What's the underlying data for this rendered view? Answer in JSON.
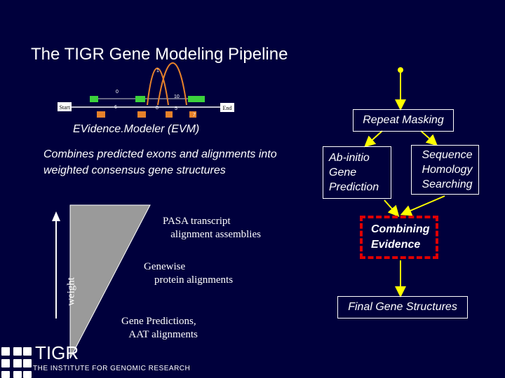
{
  "title": "The TIGR Gene Modeling Pipeline",
  "evm": {
    "label": "EVidence.Modeler (EVM)",
    "description": "Combines predicted exons and alignments into weighted consensus gene structures",
    "graph": {
      "start": "Start",
      "end": "End",
      "numbers": [
        "0",
        "10",
        "6",
        "8",
        "5",
        "7",
        "1"
      ]
    }
  },
  "evidence": {
    "weight_axis": "weight",
    "pasa": "PASA transcript\n   alignment assemblies",
    "genewise": "Genewise\n    protein alignments",
    "gene_predictions": "Gene Predictions,\n   AAT alignments"
  },
  "flow": {
    "repeat_masking": "Repeat Masking",
    "ab_initio": "Ab-initio\nGene\nPrediction",
    "homology": "Sequence\nHomology\nSearching",
    "combining": "Combining\nEvidence",
    "final": "Final Gene Structures"
  },
  "footer": {
    "logo_word": "TIGR",
    "institute": "THE INSTITUTE FOR GENOMIC RESEARCH"
  },
  "colors": {
    "background": "#00003c",
    "arrow": "#ffff00",
    "combining_border": "#e00000",
    "exon_green": "#3cd23c",
    "exon_orange": "#e8822a",
    "weight_triangle": "#9a9a9a"
  }
}
